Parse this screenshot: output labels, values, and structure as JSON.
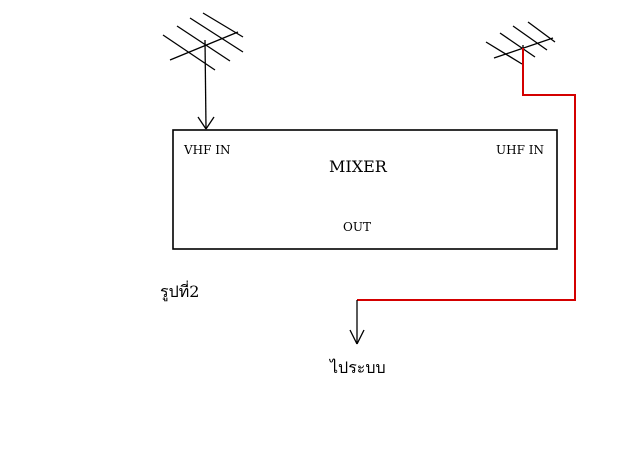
{
  "diagram": {
    "mixer_label": "MIXER",
    "vhf_in_label": "VHF IN",
    "uhf_in_label": "UHF IN",
    "out_label": "OUT",
    "figure_caption": "รูปที่2",
    "output_caption": "ไประบบ",
    "colors": {
      "line": "#000000",
      "uhf_cable": "#d40000",
      "background": "#ffffff"
    },
    "icons": [
      "vhf-antenna-icon",
      "uhf-antenna-icon",
      "arrow-down-icon"
    ]
  }
}
